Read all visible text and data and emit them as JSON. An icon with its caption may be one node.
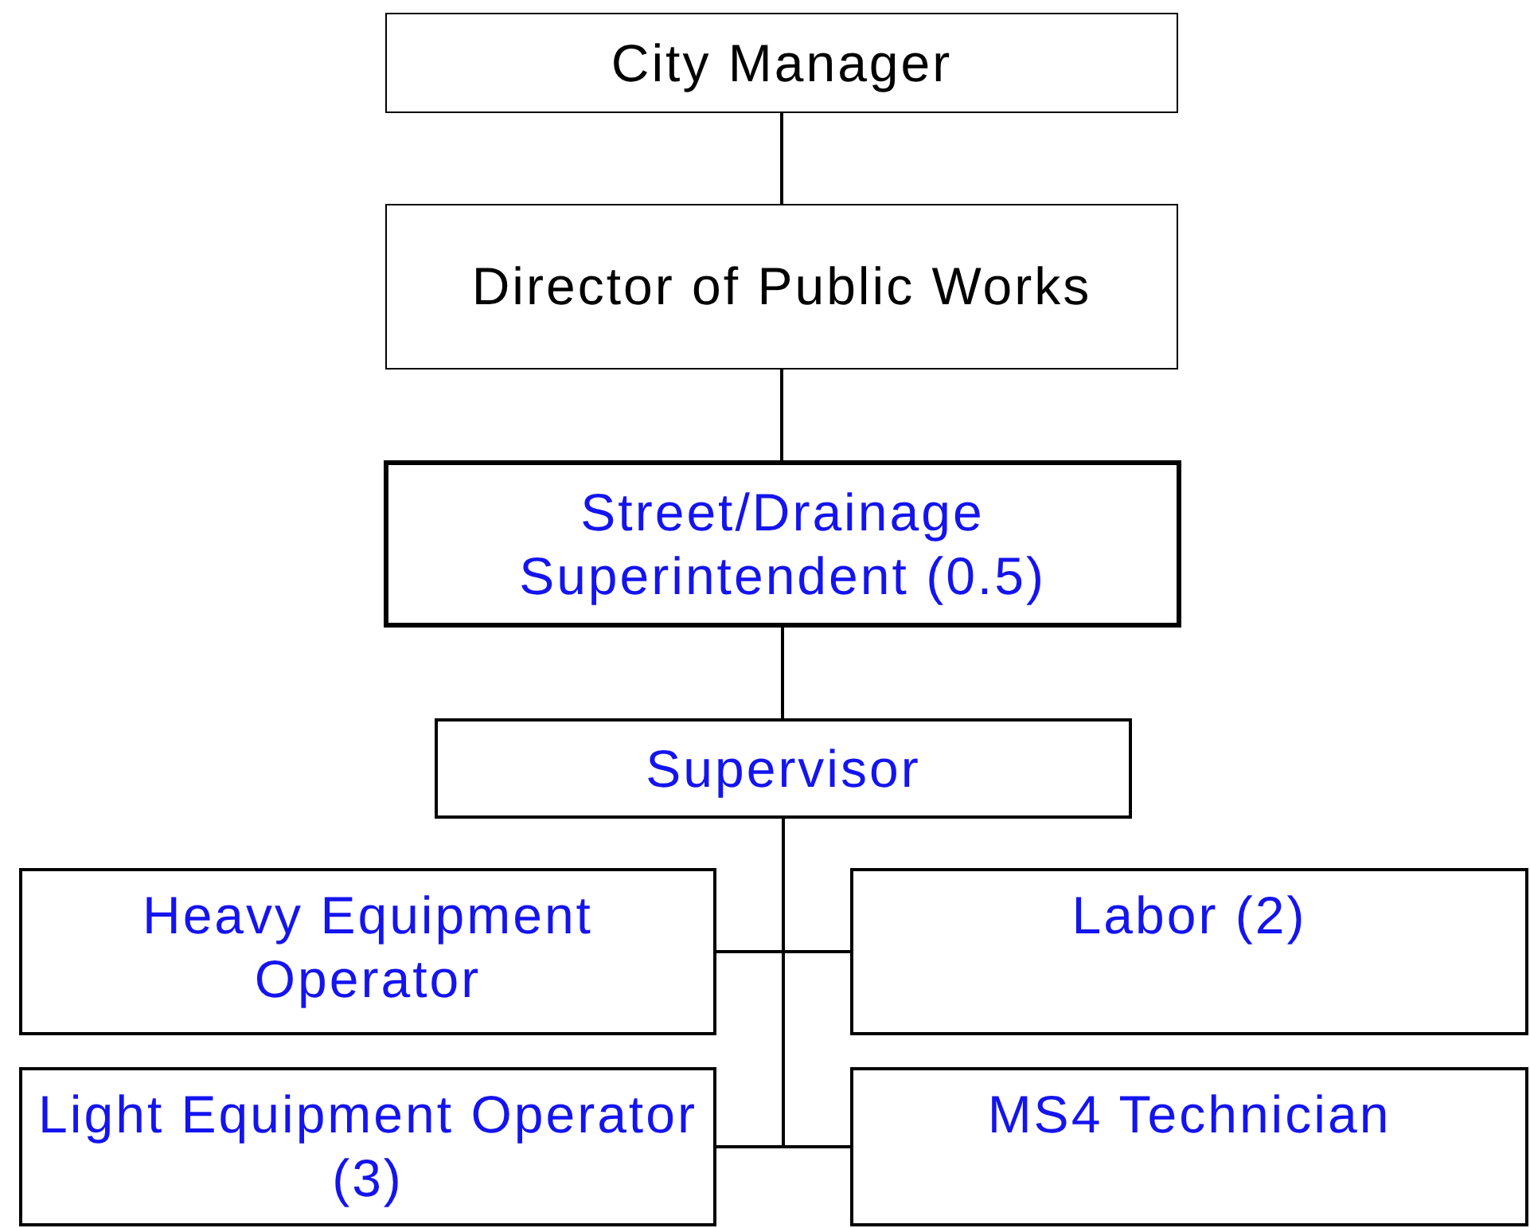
{
  "diagram": {
    "nodes": [
      {
        "text": [
          "City Manager"
        ]
      },
      {
        "text": [
          "Director of Public Works"
        ]
      },
      {
        "text": [
          "Street/Drainage Superintendent (0.5)"
        ]
      },
      {
        "text": [
          "Supervisor"
        ]
      },
      {
        "text": [
          "Heavy Equipment Operator"
        ]
      },
      {
        "text": [
          "Labor (2)"
        ]
      },
      {
        "text": [
          "Light Equipment Operator (3)"
        ]
      },
      {
        "text": [
          "MS4 Technician"
        ]
      }
    ],
    "edges": [
      {
        "from": 0,
        "to": 1,
        "arrow": "none"
      },
      {
        "from": 1,
        "to": 2,
        "arrow": "none"
      },
      {
        "from": 2,
        "to": 3,
        "arrow": "none"
      },
      {
        "from": 3,
        "to": 4,
        "arrow": "none"
      },
      {
        "from": 3,
        "to": 5,
        "arrow": "none"
      },
      {
        "from": 3,
        "to": 6,
        "arrow": "none"
      },
      {
        "from": 3,
        "to": 7,
        "arrow": "none"
      }
    ]
  }
}
